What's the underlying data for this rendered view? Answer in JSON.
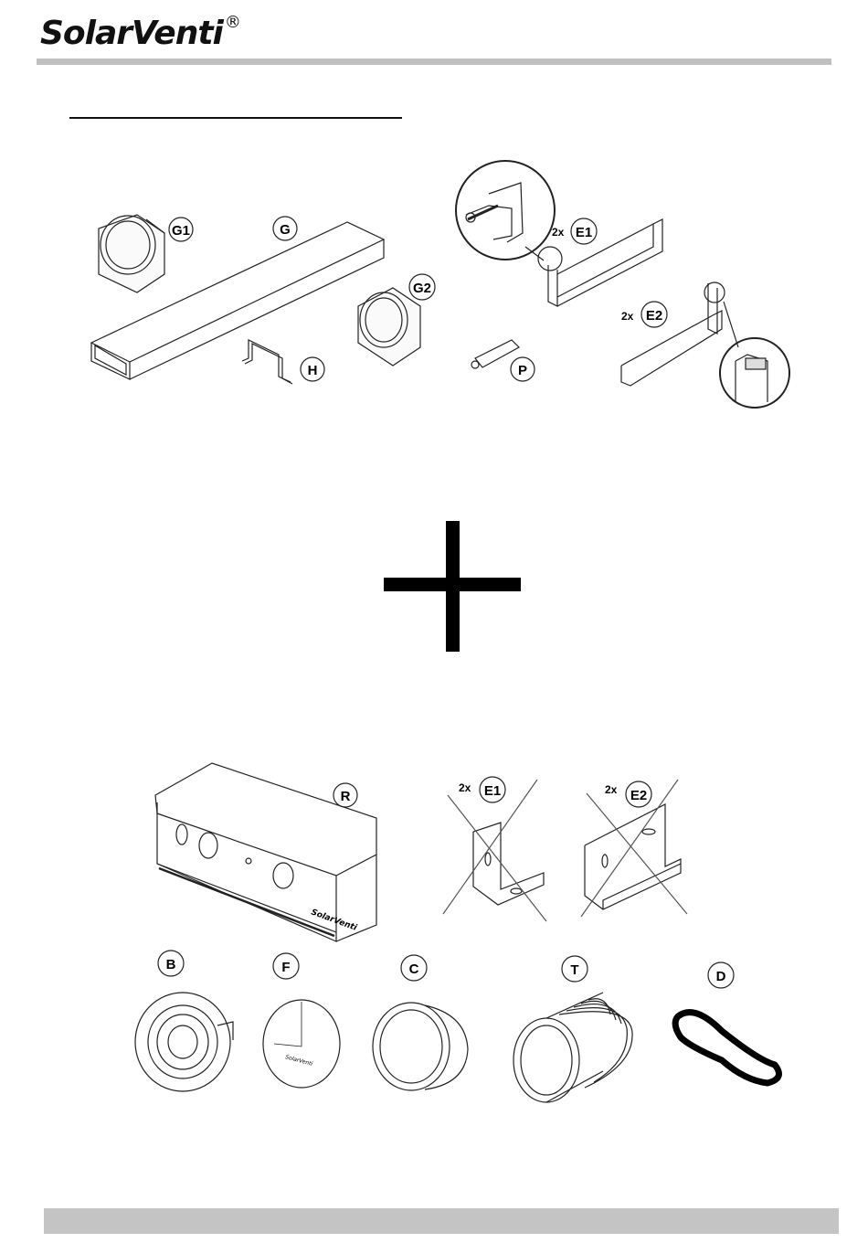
{
  "brand": {
    "name": "SolarVenti",
    "mark": "®"
  },
  "kit_top": {
    "labels": {
      "g1": "G1",
      "g": "G",
      "g2": "G2",
      "h": "H",
      "p": "P",
      "e1": "E1",
      "e1_qty": "2x",
      "e2": "E2",
      "e2_qty": "2x"
    }
  },
  "kit_bottom": {
    "labels": {
      "r": "R",
      "e1": "E1",
      "e1_qty": "2x",
      "e2": "E2",
      "e2_qty": "2x",
      "b": "B",
      "f": "F",
      "c": "C",
      "t": "T",
      "d": "D"
    },
    "controller_brand": "SolarVenti",
    "excluded_parts": [
      "E1",
      "E2"
    ]
  },
  "colors": {
    "header_bar": "#c0c0c0",
    "footer_bar": "#c4c4c4",
    "line_art": "#222222"
  }
}
